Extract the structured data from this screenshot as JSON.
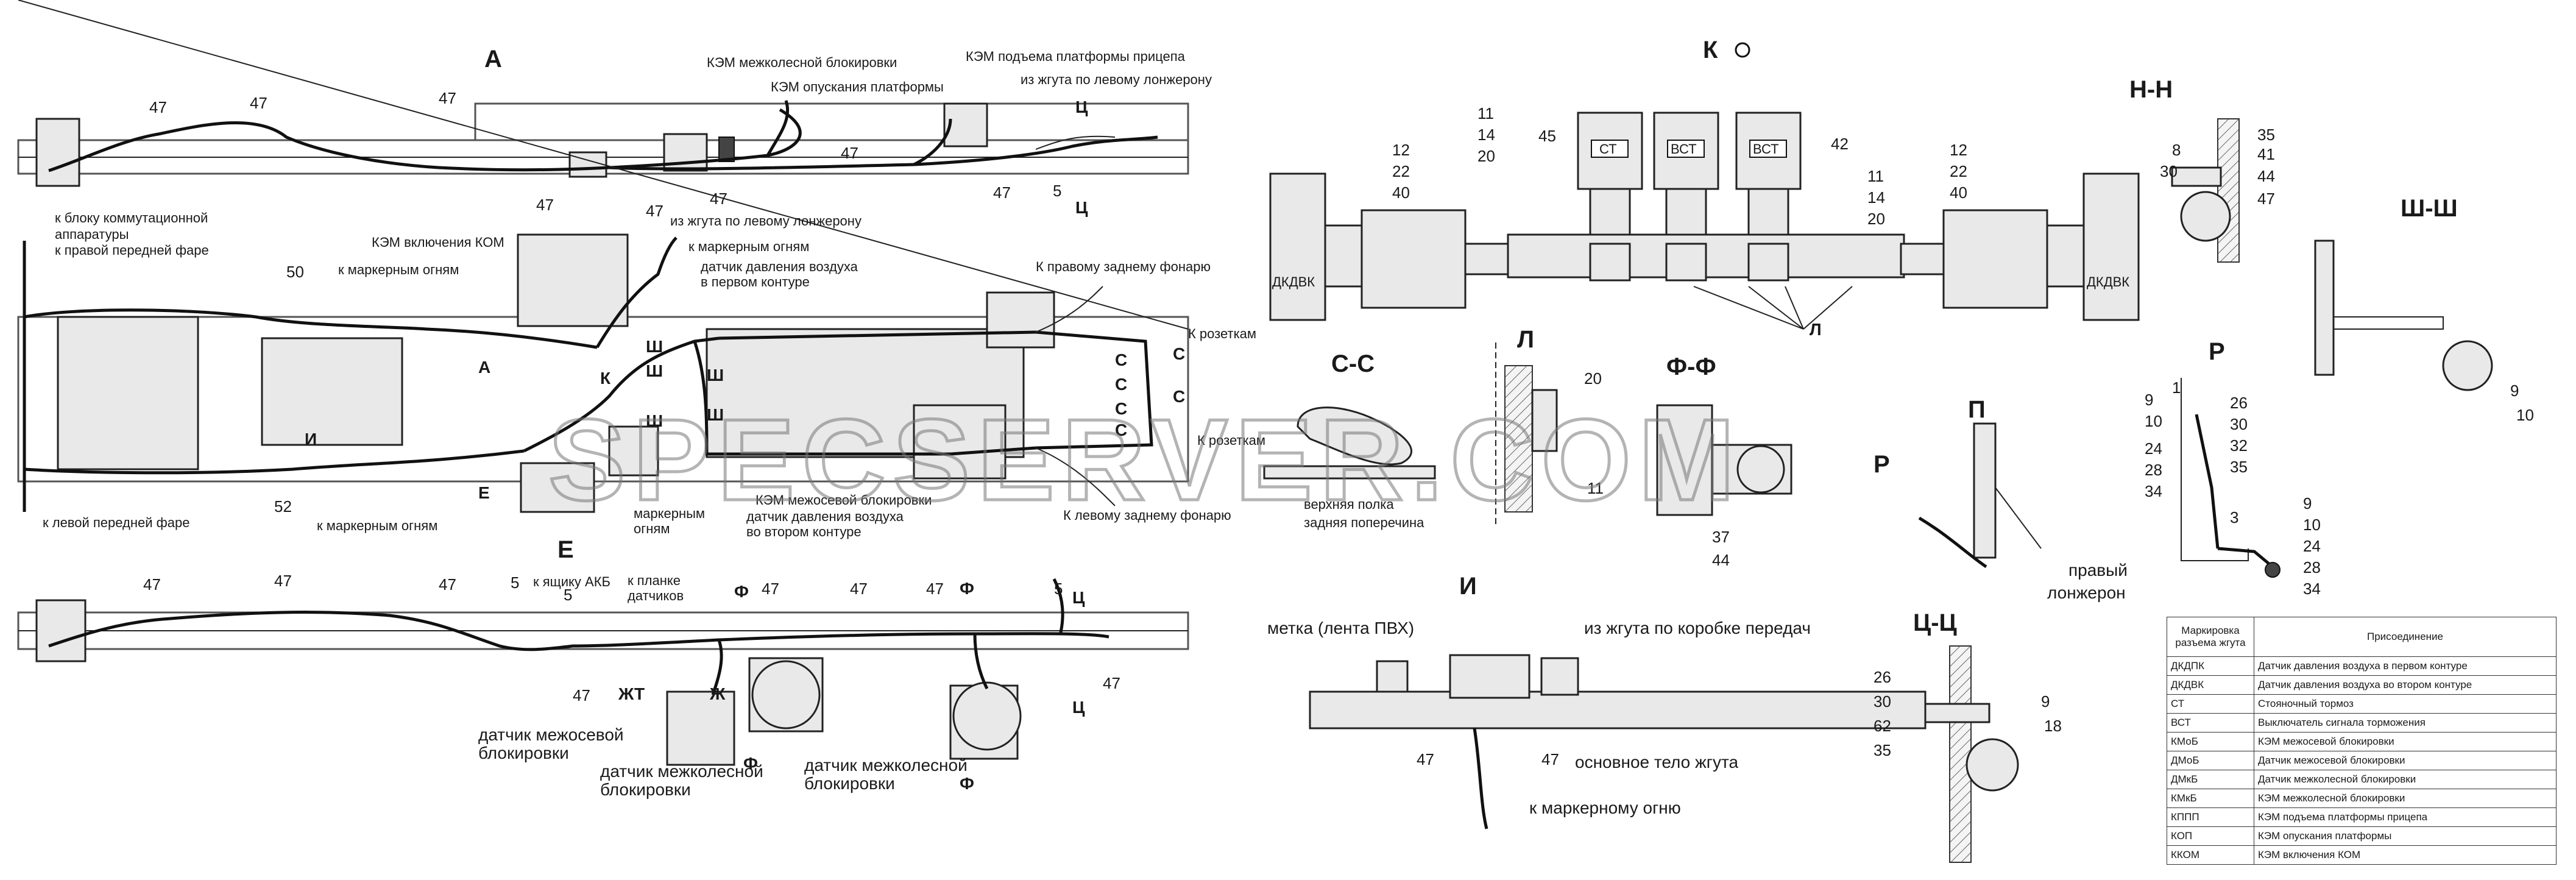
{
  "views": {
    "A": "А",
    "E": "Е",
    "KO": "К",
    "NN": "Н-Н",
    "ShSh": "Ш-Ш",
    "SS": "С-С",
    "L": "Л",
    "FF": "Ф-Ф",
    "P": "П",
    "R": "Р",
    "I": "И",
    "TsTs": "Ц-Ц"
  },
  "top_view": {
    "n47": "47",
    "label_kem_mezhkol": "КЭМ межколесной блокировки",
    "label_kem_opusk": "КЭМ опускания платформы",
    "label_kem_podem": "КЭМ подъема платформы прицепа",
    "label_iz_zhguta_lev": "из жгута по левому лонжерону",
    "n5": "5",
    "ts": "Ц"
  },
  "plan_view": {
    "to_switch_block": "к блоку коммутационной",
    "to_switch_block2": "аппаратуры",
    "to_right_front": "к правой передней фаре",
    "n50": "50",
    "n52": "52",
    "to_left_front": "к левой передней фаре",
    "kem_kom": "КЭМ включения КОМ",
    "to_marker": "к маркерным огням",
    "to_marker2": "к маркерным огням",
    "iz_zhguta": "из жгута по левому лонжерону",
    "to_marker3": "к маркерным огням",
    "sens1": "датчик давления воздуха",
    "sens1b": "в первом контуре",
    "to_right_rear": "К правому заднему фонарю",
    "to_sockets": "К розеткам",
    "to_sockets2": "К розеткам",
    "kem_mezhos": "КЭМ межосевой блокировки",
    "sens2": "датчик давления воздуха",
    "sens2b": "во втором контуре",
    "marker_ogn": "маркерным",
    "marker_ogn2": "огням",
    "to_left_rear": "К левому заднему фонарю",
    "A": "А",
    "E": "Е",
    "I": "И",
    "K": "К",
    "Sh": "Ш",
    "S": "С"
  },
  "bottom_view": {
    "n47": "47",
    "n5": "5",
    "akb": "к ящику АКБ",
    "planka": "к планке",
    "planka2": "датчиков",
    "sens_mezhos": "датчик межосевой",
    "sens_mezhos2": "блокировки",
    "sens_mezhkol": "датчик межколесной",
    "sens_mezhkol2": "блокировки",
    "sens_mezhkol3": "датчик межколесной",
    "sens_mezhkol4": "блокировки",
    "F": "Ф",
    "ZhT": "ЖТ",
    "Zh": "Ж",
    "Ts": "Ц"
  },
  "view_K": {
    "n12": "12",
    "n22": "22",
    "n40": "40",
    "n11": "11",
    "n14": "14",
    "n20": "20",
    "n45": "45",
    "n42": "42",
    "ST": "СТ",
    "VST": "ВСТ",
    "VST2": "ВСТ",
    "DKDVK": "ДКДВК",
    "DKDVK2": "ДКДВК",
    "L": "Л"
  },
  "view_SS": {
    "polka": "верхняя полка",
    "polka2": "задняя поперечина"
  },
  "view_L": {
    "n20": "20",
    "n11": "11"
  },
  "view_FF": {
    "n37": "37",
    "n44": "44"
  },
  "view_P": {
    "R": "Р",
    "lonzh": "правый",
    "lonzh2": "лонжерон"
  },
  "view_I": {
    "metka": "метка (лента ПВХ)",
    "iz_zhguta": "из жгута по коробке передач",
    "n47a": "47",
    "n47b": "47",
    "osnovnoe": "основное тело жгута",
    "to_marker": "к маркерному огню"
  },
  "view_NN": {
    "n8": "8",
    "n30": "30",
    "n35": "35",
    "n41": "41",
    "n44": "44",
    "n47": "47"
  },
  "view_ShSh": {
    "n9": "9",
    "n10": "10"
  },
  "view_R": {
    "n1": "1",
    "n26": "26",
    "n30": "30",
    "n32": "32",
    "n35": "35",
    "n9": "9",
    "n10": "10",
    "n24": "24",
    "n28": "28",
    "n34": "34",
    "n3": "3",
    "n9b": "9",
    "n10b": "10",
    "n24b": "24",
    "n28b": "28",
    "n34b": "34"
  },
  "view_TsTs": {
    "n26": "26",
    "n30": "30",
    "n62": "62",
    "n35": "35",
    "n9": "9",
    "n18": "18"
  },
  "watermark": "SPECSERVER.COM",
  "legend": {
    "header_code": "Маркировка разъема жгута",
    "header_desc": "Присоединение",
    "rows": [
      {
        "code": "ДКДПК",
        "desc": "Датчик давления воздуха в первом контуре"
      },
      {
        "code": "ДКДВК",
        "desc": "Датчик давления воздуха во втором контуре"
      },
      {
        "code": "СТ",
        "desc": "Стояночный тормоз"
      },
      {
        "code": "ВСТ",
        "desc": "Выключатель сигнала торможения"
      },
      {
        "code": "КМоБ",
        "desc": "КЭМ межосевой блокировки"
      },
      {
        "code": "ДМоБ",
        "desc": "Датчик межосевой блокировки"
      },
      {
        "code": "ДМкБ",
        "desc": "Датчик межколесной блокировки"
      },
      {
        "code": "КМкБ",
        "desc": "КЭМ межколесной блокировки"
      },
      {
        "code": "КППП",
        "desc": "КЭМ подъема платформы прицепа"
      },
      {
        "code": "КОП",
        "desc": "КЭМ опускания платформы"
      },
      {
        "code": "ККОМ",
        "desc": "КЭМ включения КОМ"
      }
    ]
  }
}
